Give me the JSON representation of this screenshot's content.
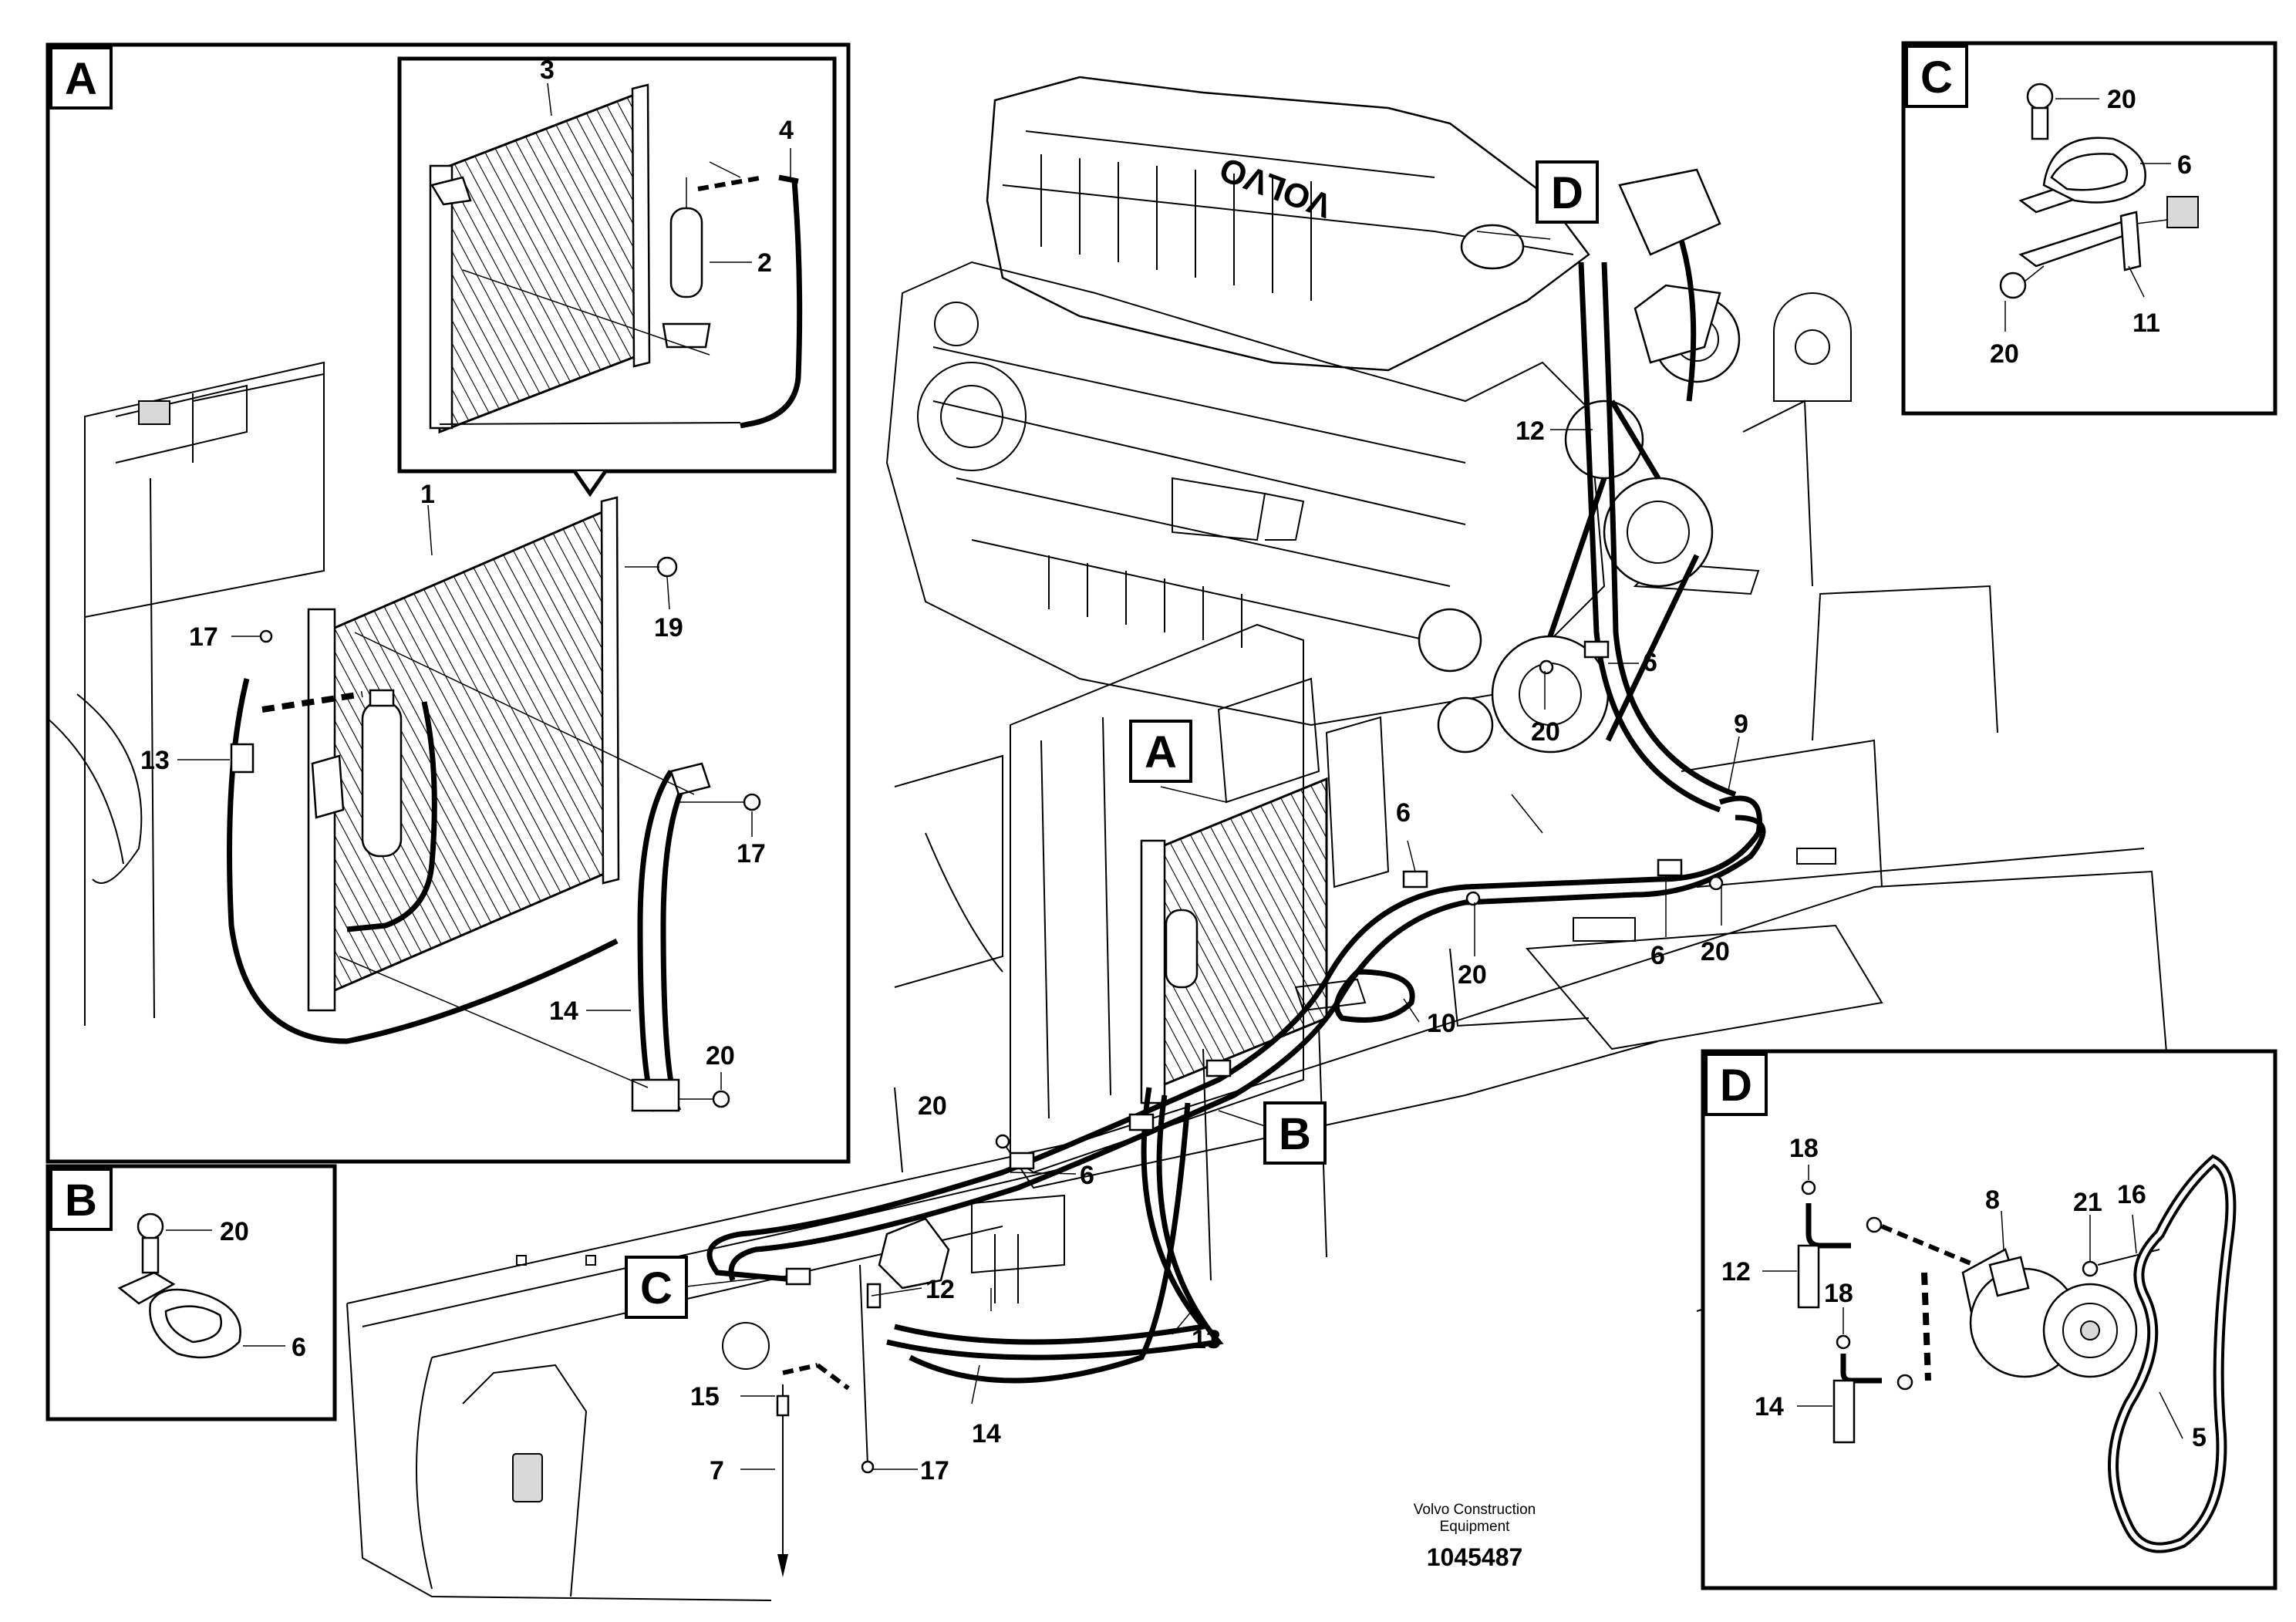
{
  "callouts": {
    "main": {
      "A": "A",
      "B": "B",
      "C": "C",
      "D": "D",
      "n12_top": "12",
      "n6_engine": "6",
      "n20_engine": "20",
      "n9": "9",
      "n6_mid": "6",
      "n6_right": "6",
      "n20_right": "20",
      "n20_mid": "20",
      "n10": "10",
      "n20_lower": "20",
      "n6_lower": "6",
      "n12_lower": "12",
      "n13": "13",
      "n14": "14",
      "n15": "15",
      "n7": "7",
      "n17": "17"
    },
    "panel_a": {
      "title": "A",
      "n3": "3",
      "n4": "4",
      "n2": "2",
      "n1": "1",
      "n19": "19",
      "n17_left": "17",
      "n13": "13",
      "n17_right": "17",
      "n14": "14",
      "n20": "20"
    },
    "panel_b": {
      "title": "B",
      "n20": "20",
      "n6": "6"
    },
    "panel_c": {
      "title": "C",
      "n20_top": "20",
      "n6": "6",
      "n11": "11",
      "n20_bottom": "20"
    },
    "panel_d": {
      "title": "D",
      "n18_top": "18",
      "n8": "8",
      "n21": "21",
      "n16": "16",
      "n12": "12",
      "n18_mid": "18",
      "n14": "14",
      "n5": "5"
    }
  },
  "engine_brand": "VOLVO",
  "footer": {
    "credit_line1": "Volvo Construction",
    "credit_line2": "Equipment",
    "drawing_number": "1045487"
  }
}
